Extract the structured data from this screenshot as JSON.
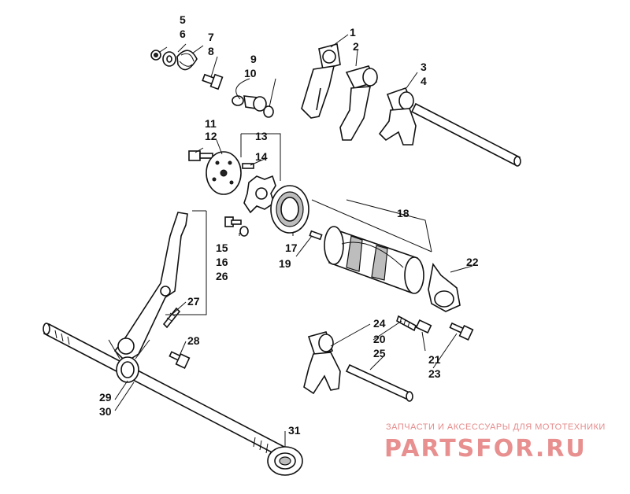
{
  "callouts": [
    {
      "n": "1"
    },
    {
      "n": "2"
    },
    {
      "n": "3"
    },
    {
      "n": "4"
    },
    {
      "n": "5"
    },
    {
      "n": "6"
    },
    {
      "n": "7"
    },
    {
      "n": "8"
    },
    {
      "n": "9"
    },
    {
      "n": "10"
    },
    {
      "n": "11"
    },
    {
      "n": "12"
    },
    {
      "n": "13"
    },
    {
      "n": "14"
    },
    {
      "n": "15"
    },
    {
      "n": "16"
    },
    {
      "n": "17"
    },
    {
      "n": "18"
    },
    {
      "n": "19"
    },
    {
      "n": "20"
    },
    {
      "n": "21"
    },
    {
      "n": "22"
    },
    {
      "n": "23"
    },
    {
      "n": "24"
    },
    {
      "n": "25"
    },
    {
      "n": "26"
    },
    {
      "n": "27"
    },
    {
      "n": "28"
    },
    {
      "n": "29"
    },
    {
      "n": "30"
    },
    {
      "n": "31"
    }
  ],
  "watermark": {
    "tagline": "ЗАПЧАСТИ И АКСЕССУАРЫ ДЛЯ МОТОТЕХНИКИ",
    "logo": "PARTSFOR.RU",
    "color": "#e88f8f"
  }
}
